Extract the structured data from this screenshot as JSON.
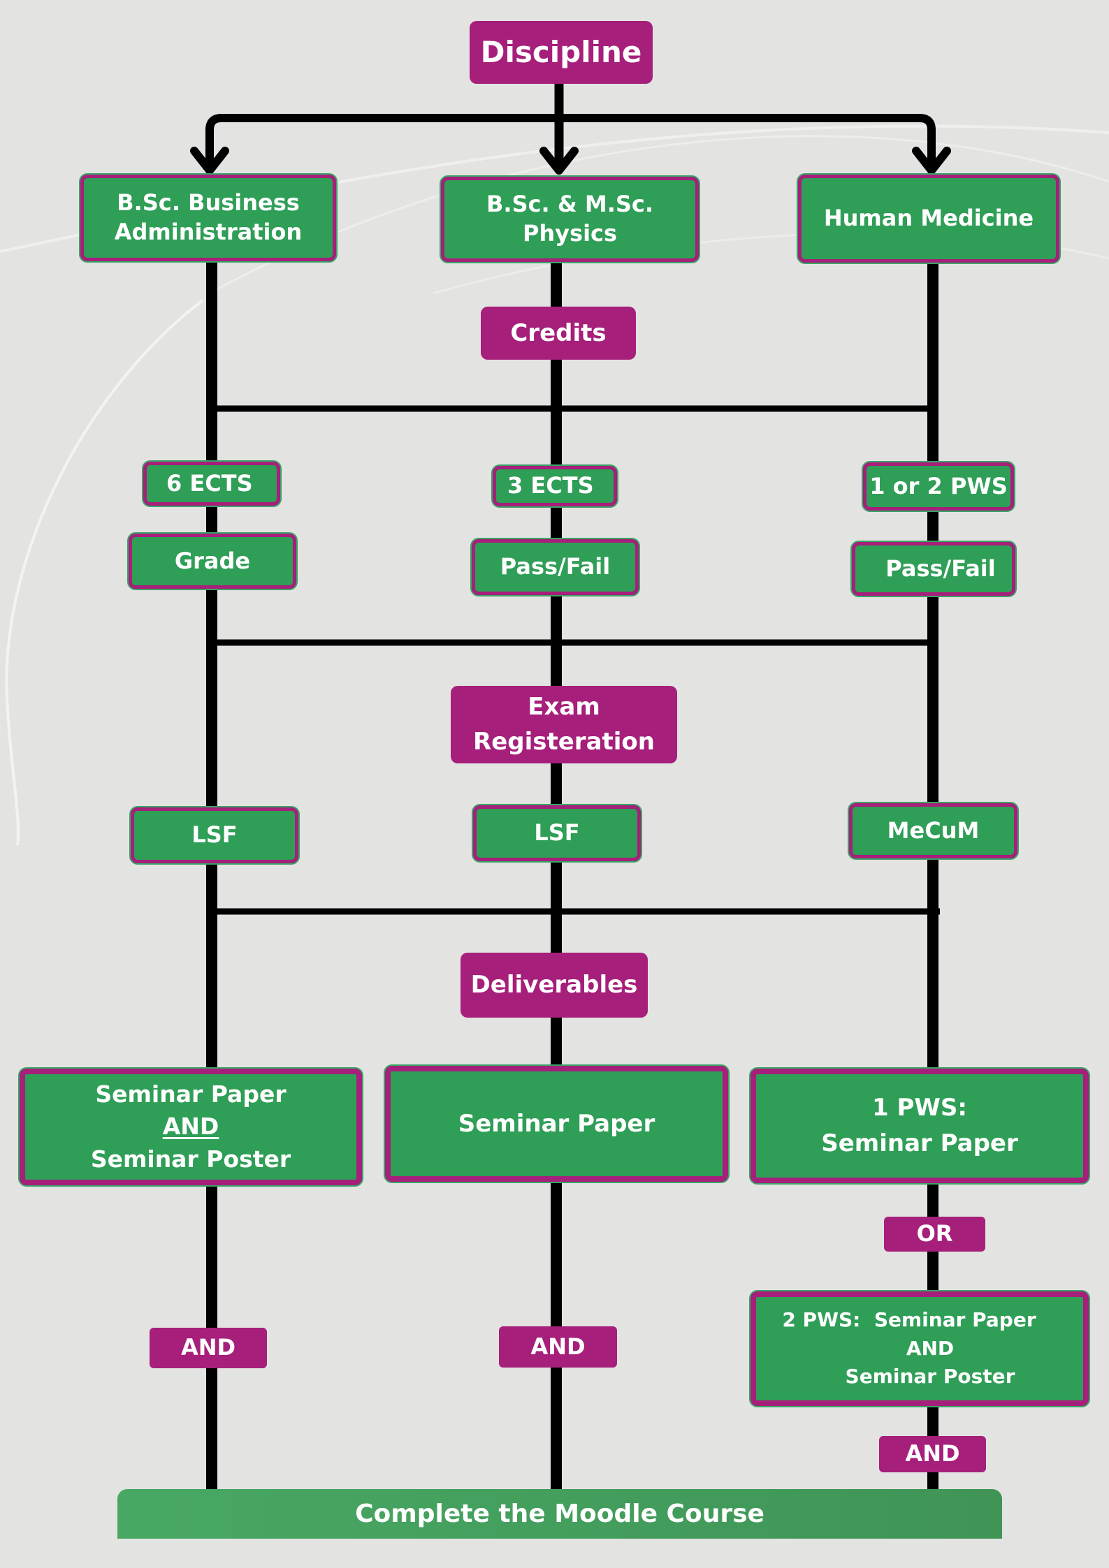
{
  "title": "Discipline",
  "colors": {
    "magenta": "#a61f7a",
    "green": "#2f9e57",
    "line": "#000000",
    "background": "#e3e3e2"
  },
  "disciplines": [
    {
      "label_lines": [
        "B.Sc. Business",
        "Administration"
      ]
    },
    {
      "label_lines": [
        "B.Sc. & M.Sc.",
        "Physics"
      ]
    },
    {
      "label_lines": [
        "Human Medicine"
      ]
    }
  ],
  "sections": {
    "credits": "Credits",
    "exam_registration_lines": [
      "Exam",
      "Registeration"
    ],
    "deliverables": "Deliverables"
  },
  "credits": [
    {
      "amount": "6 ECTS",
      "grading": "Grade"
    },
    {
      "amount": "3 ECTS",
      "grading": "Pass/Fail"
    },
    {
      "amount": "1 or 2 PWS",
      "grading": "Pass/Fail"
    }
  ],
  "registration": [
    "LSF",
    "LSF",
    "MeCuM"
  ],
  "deliverables": {
    "business": [
      "Seminar Paper",
      "AND",
      "Seminar Poster"
    ],
    "physics": [
      "Seminar Paper"
    ],
    "medicine_option1": [
      "1 PWS:",
      "Seminar Paper"
    ],
    "or_label": "OR",
    "medicine_option2": [
      "2 PWS:  Seminar Paper",
      "AND",
      "Seminar Poster"
    ]
  },
  "connectors": {
    "and_business": "AND",
    "and_physics": "AND",
    "and_medicine": "AND"
  },
  "final_step": "Complete the Moodle Course"
}
